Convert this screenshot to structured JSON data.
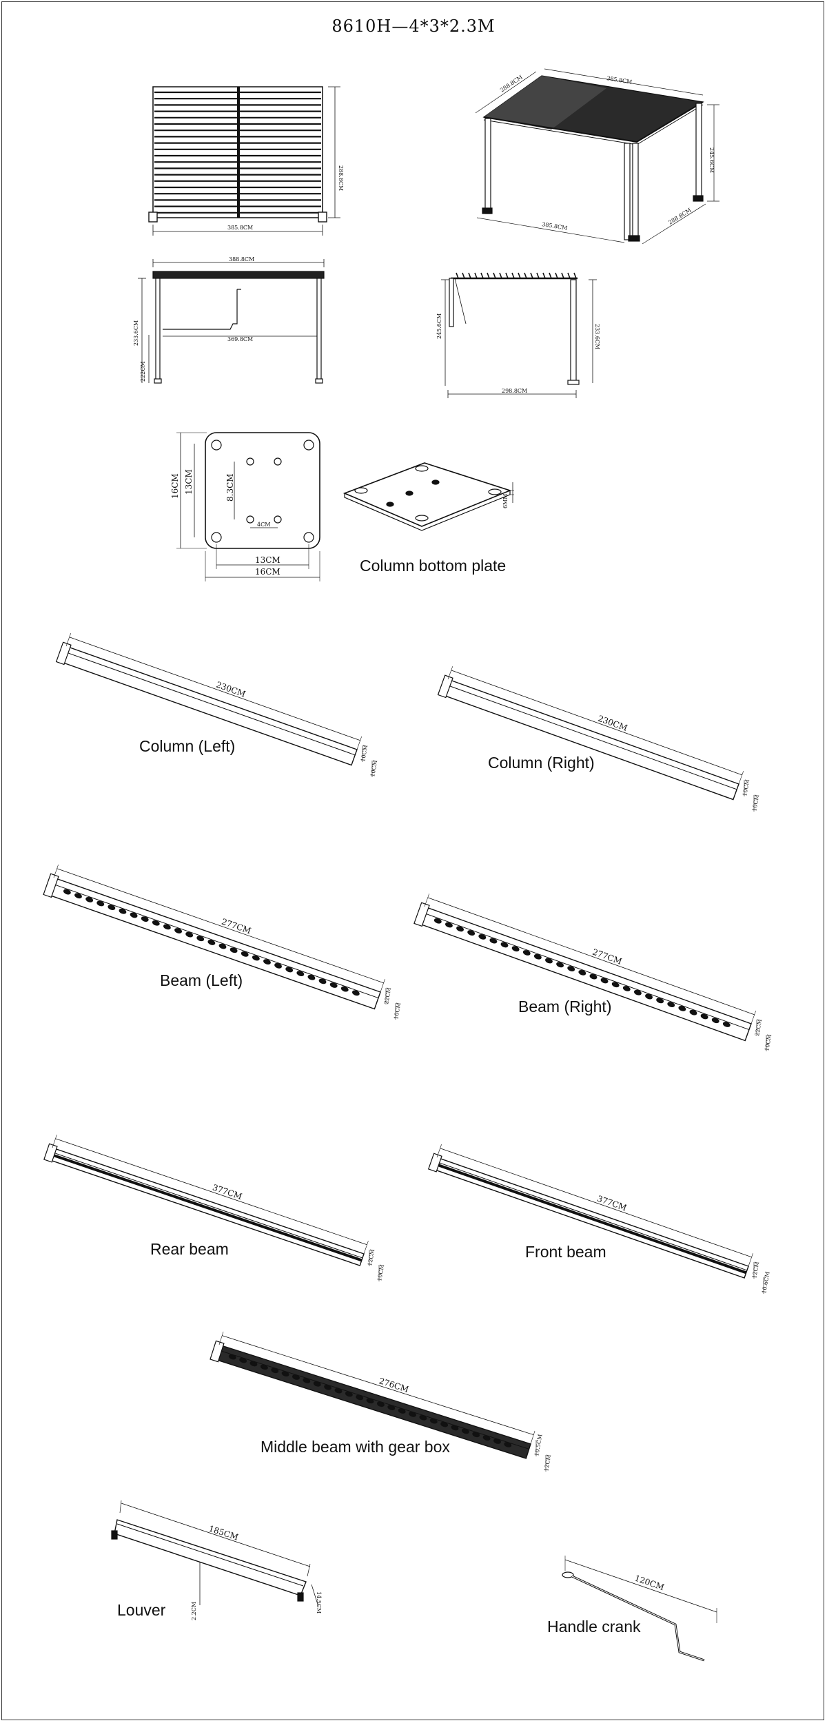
{
  "title": "8610H—4*3*2.3M",
  "views": {
    "top_view": {
      "width": "385.8CM",
      "depth": "288.8CM"
    },
    "perspective": {
      "width": "385.8CM",
      "depth": "288.8CM",
      "height": "245.6CM",
      "top_a": "288.8CM",
      "top_b": "385.8CM"
    },
    "front_view": {
      "top": "388.8CM",
      "inner": "369.8CM",
      "height": "233.6CM",
      "clearance": "222CM"
    },
    "side_view": {
      "width": "298.8CM",
      "height_left": "245.6CM",
      "height_right": "233.6CM"
    }
  },
  "plate": {
    "caption": "Column bottom plate",
    "outer_h": "16CM",
    "inner_h": "13CM",
    "hole_v": "8.3CM",
    "hole_h": "4CM",
    "inner_w": "13CM",
    "outer_w": "16CM",
    "thickness": "6MM"
  },
  "parts": {
    "column_left": {
      "caption": "Column (Left)",
      "length": "230CM",
      "w": "10CM",
      "d": "10CM"
    },
    "column_right": {
      "caption": "Column (Right)",
      "length": "230CM",
      "w": "10CM",
      "d": "10CM"
    },
    "beam_left": {
      "caption": "Beam (Left)",
      "length": "277CM",
      "h": "22CM",
      "w": "10CM"
    },
    "beam_right": {
      "caption": "Beam (Right)",
      "length": "277CM",
      "h": "22CM",
      "w": "10CM"
    },
    "rear_beam": {
      "caption": "Rear beam",
      "length": "377CM",
      "h": "12CM",
      "w": "10CM"
    },
    "front_beam": {
      "caption": "Front beam",
      "length": "377CM",
      "h": "12CM",
      "w": "10.6CM"
    },
    "middle_beam": {
      "caption": "Middle beam with gear box",
      "length": "276CM",
      "h1": "10.5CM",
      "h2": "12CM"
    },
    "louver": {
      "caption": "Louver",
      "length": "185CM",
      "t": "2.2CM",
      "w": "14.5CM"
    },
    "crank": {
      "caption": "Handle crank",
      "length": "120CM"
    }
  }
}
